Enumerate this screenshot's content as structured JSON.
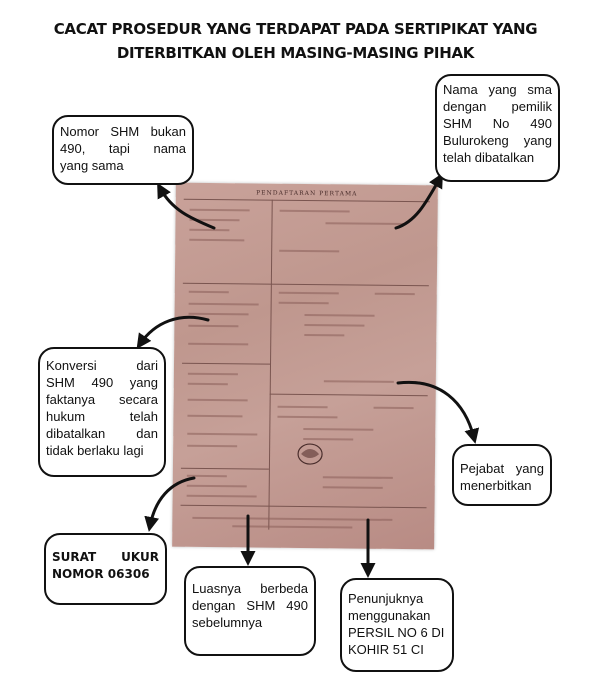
{
  "title": {
    "line1": "CACAT PROSEDUR YANG TERDAPAT PADA SERTIPIKAT YANG",
    "line2": "DITERBITKAN OLEH MASING-MASING PIHAK"
  },
  "document": {
    "header": "PENDAFTARAN PERTAMA",
    "icon": "certificate-scan"
  },
  "callouts": {
    "nomor_shm": [
      "Nomor SHM bukan",
      "490, tapi nama",
      "yang sama"
    ],
    "nama_sama": [
      "Nama yang sma",
      "dengan pemilik",
      "SHM No 490",
      "Bulurokeng yang",
      "telah dibatalkan"
    ],
    "konversi": [
      "Konversi dari",
      "SHM 490 yang",
      "faktanya secara",
      "hukum telah",
      "dibatalkan dan",
      "tidak berlaku lagi"
    ],
    "pejabat": [
      "Pejabat yang",
      "menerbitkan"
    ],
    "surat_ukur": [
      "SURAT UKUR",
      "NOMOR 06306"
    ],
    "luas": [
      "Luasnya berbeda",
      "dengan SHM 490",
      "sebelumnya"
    ],
    "penunjuk": [
      "Penunjuknya",
      "menggunakan",
      "PERSIL NO 6 DI",
      "KOHIR 51 CI"
    ]
  },
  "colors": {
    "paper": "#c4a098",
    "ink": "#4a2e2c",
    "arrow": "#111111",
    "box_border": "#111111"
  }
}
